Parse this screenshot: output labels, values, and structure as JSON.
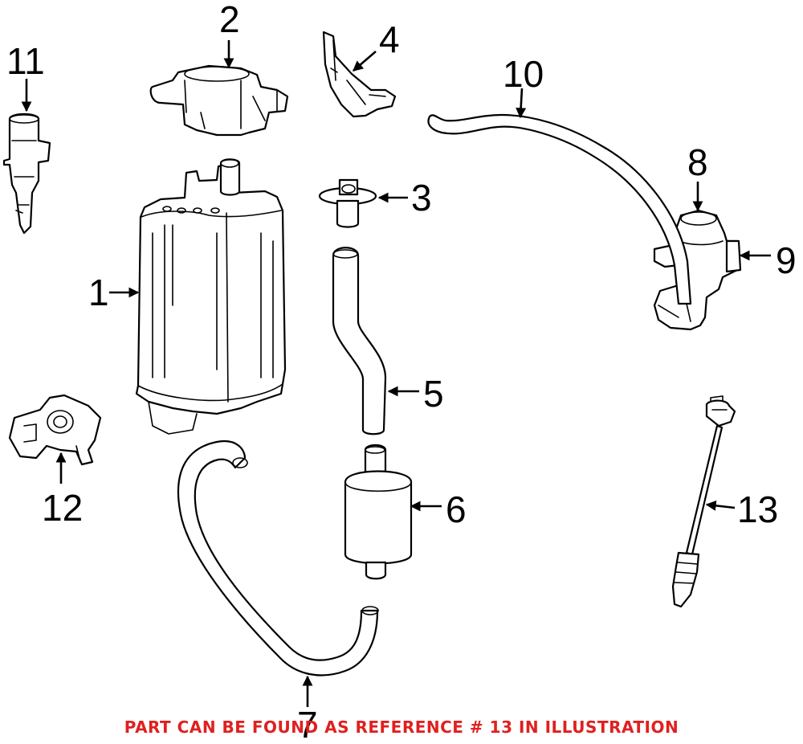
{
  "callouts": [
    {
      "id": "1",
      "label": "1"
    },
    {
      "id": "2",
      "label": "2"
    },
    {
      "id": "3",
      "label": "3"
    },
    {
      "id": "4",
      "label": "4"
    },
    {
      "id": "5",
      "label": "5"
    },
    {
      "id": "6",
      "label": "6"
    },
    {
      "id": "7",
      "label": "7"
    },
    {
      "id": "8",
      "label": "8"
    },
    {
      "id": "9",
      "label": "9"
    },
    {
      "id": "10",
      "label": "10"
    },
    {
      "id": "11",
      "label": "11"
    },
    {
      "id": "12",
      "label": "12"
    },
    {
      "id": "13",
      "label": "13"
    }
  ],
  "note": {
    "text": "PART CAN BE FOUND AS REFERENCE # 13 IN ILLUSTRATION",
    "color": "#e02020"
  },
  "colors": {
    "line": "#000000",
    "background": "#ffffff"
  }
}
